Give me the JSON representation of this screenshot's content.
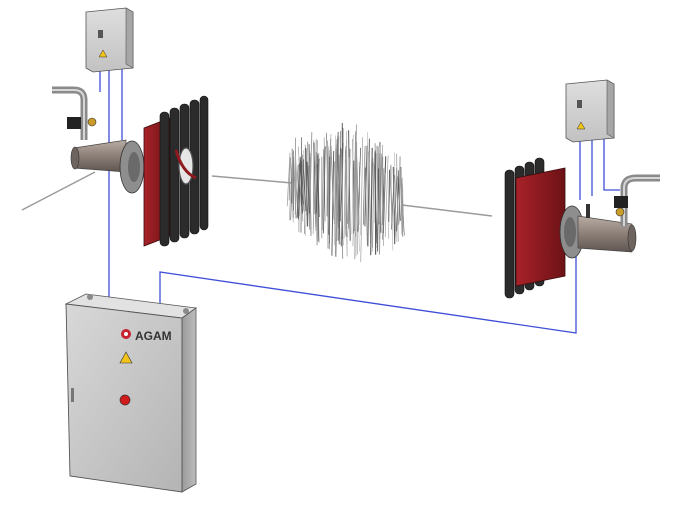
{
  "diagram": {
    "brand": {
      "name": "AGAM",
      "logo_color": "#c8212f"
    },
    "colors": {
      "wiring": "#3f4fd8",
      "enclosure": "#c9c9c9",
      "mounting_panel": "#8e1a1f",
      "heater_fins": "#2b2b2b",
      "pipe": "#9a8f88",
      "workpiece": "#7d7d7d",
      "stop_button": "#d11b1b",
      "warning_sign": "#f2c318"
    },
    "components": [
      "control-cabinet",
      "left-junction-box",
      "right-junction-box",
      "left-heater-unit",
      "right-heater-unit",
      "heated-rod-section"
    ],
    "icons": [
      "warning-triangle-icon",
      "emergency-stop-icon",
      "agam-logo-icon",
      "door-hinge-icon"
    ]
  }
}
